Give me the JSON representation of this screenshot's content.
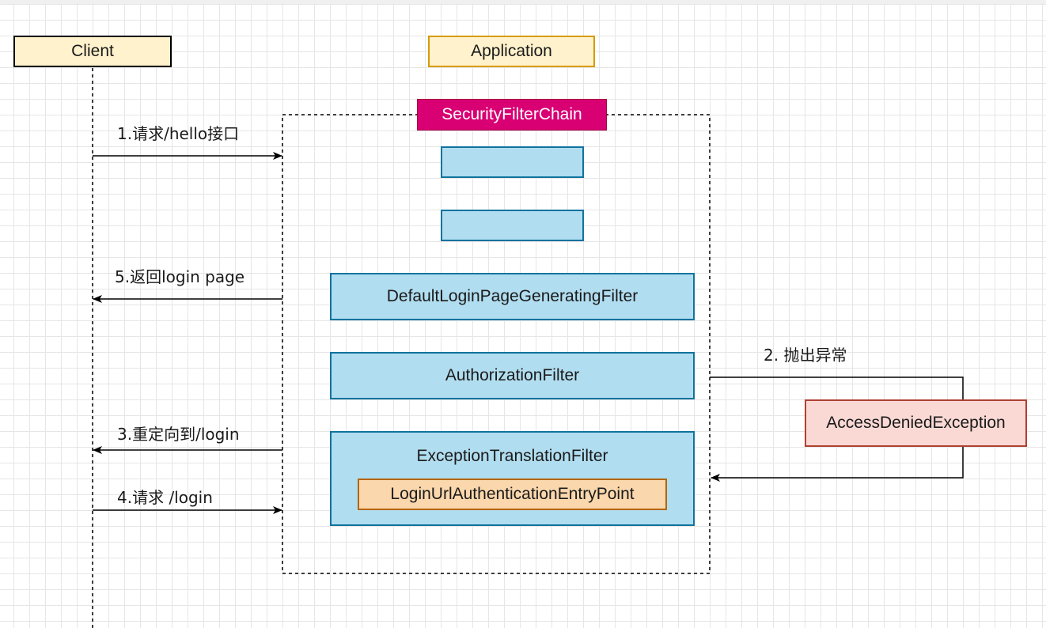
{
  "actors": {
    "client": "Client",
    "application": "Application"
  },
  "chain": {
    "title": "SecurityFilterChain",
    "filters": {
      "default_login_page": "DefaultLoginPageGeneratingFilter",
      "authorization": "AuthorizationFilter",
      "exception_translation": "ExceptionTranslationFilter",
      "entry_point": "LoginUrlAuthenticationEntryPoint"
    }
  },
  "exception": "AccessDeniedException",
  "messages": {
    "step1": "1.请求/hello接口",
    "step2": "2. 抛出异常",
    "step3": "3.重定向到/login",
    "step4": "4.请求 /login",
    "step5": "5.返回login page"
  },
  "colors": {
    "actor_fill": "#fff2cc",
    "chain_title_fill": "#d80073",
    "filter_fill": "#b1ddf0",
    "filter_stroke": "#10739e",
    "entry_point_fill": "#fad7ac",
    "exception_fill": "#fad9d5",
    "exception_stroke": "#ae4132"
  }
}
